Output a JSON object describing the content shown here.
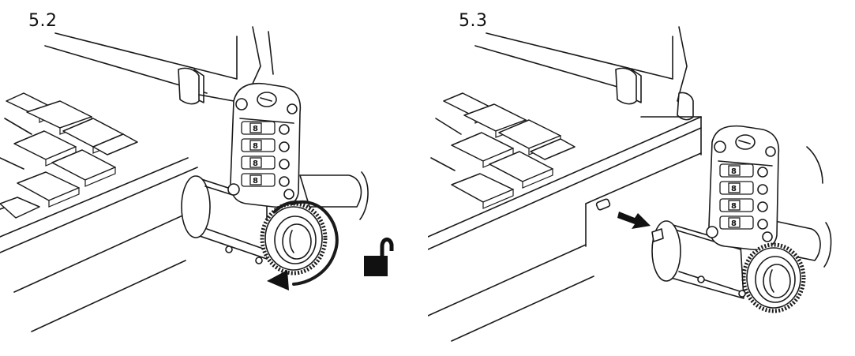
{
  "steps": [
    {
      "label": "5.2"
    },
    {
      "label": "5.3"
    }
  ],
  "lock": {
    "dial_digits": [
      "8",
      "8",
      "8",
      "8"
    ]
  },
  "icons": {
    "unlock": "unlocked-padlock-icon",
    "direction": "arrow-right-icon",
    "rotation": "rotation-arrow-icon"
  },
  "colors": {
    "line": "#1a1a1a",
    "fill": "#ffffff",
    "accent": "#111111"
  }
}
